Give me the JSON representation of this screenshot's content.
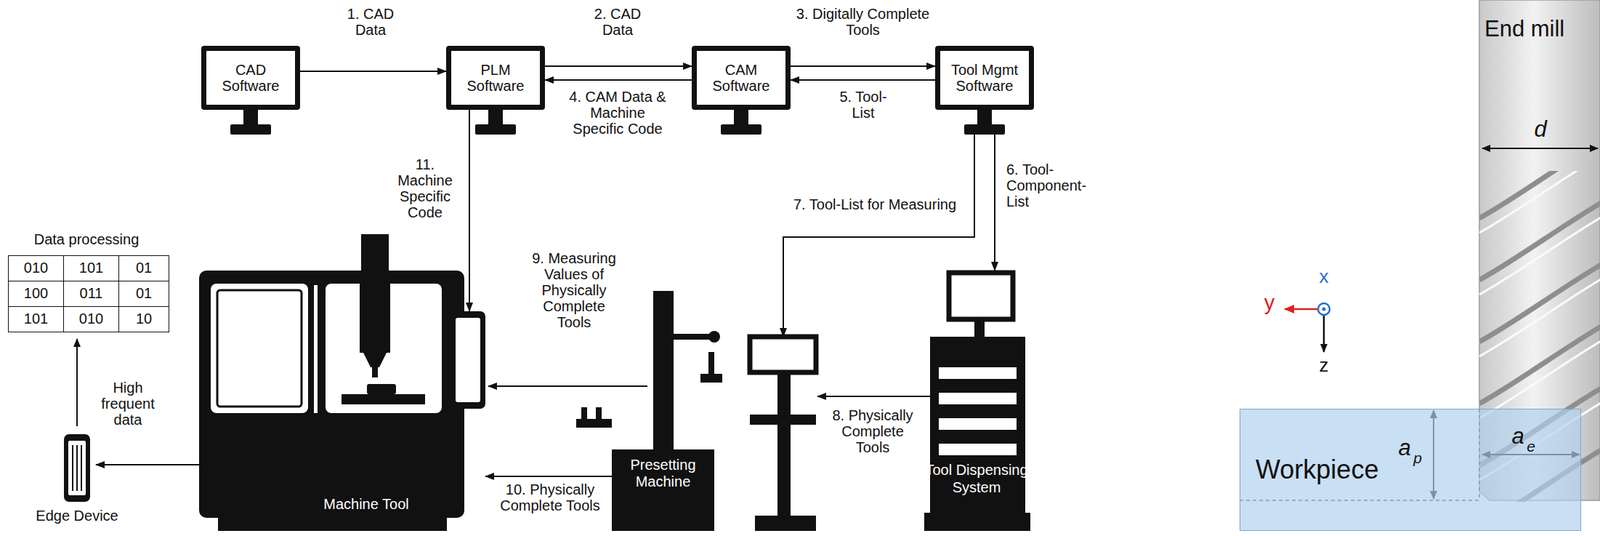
{
  "diagram": {
    "nodes": [
      {
        "text": [
          "CAD Software"
        ]
      },
      {
        "text": [
          "PLM Software"
        ]
      },
      {
        "text": [
          "CAM Software"
        ]
      },
      {
        "text": [
          "Tool Mgmt Software"
        ]
      },
      {
        "text": [
          "Machine Tool"
        ]
      },
      {
        "text": [
          "Presetting Machine"
        ]
      },
      {
        "text": [
          "Tool Dispensing System"
        ]
      },
      {
        "text": [
          "Edge Device"
        ]
      },
      {
        "text": [
          "Workpiece"
        ]
      }
    ],
    "edges": [
      {
        "from": 0,
        "to": 1,
        "label": "1. CAD Data",
        "arrow": "to"
      },
      {
        "from": 1,
        "to": 2,
        "label": "2. CAD Data",
        "arrow": "to"
      },
      {
        "from": 2,
        "to": 3,
        "label": "3. Digitally Complete Tools",
        "arrow": "to"
      },
      {
        "from": 2,
        "to": 1,
        "label": "4. CAM Data & Machine Specific Code",
        "arrow": "to"
      },
      {
        "from": 3,
        "to": 2,
        "label": "5. Tool-List",
        "arrow": "to"
      },
      {
        "from": 3,
        "to": 6,
        "label": "6. Tool-Component-List",
        "arrow": "to"
      },
      {
        "from": 3,
        "to": 5,
        "label": "7. Tool-List for Measuring",
        "arrow": "to"
      },
      {
        "from": 6,
        "to": 5,
        "label": "8. Physically Complete Tools",
        "arrow": "to"
      },
      {
        "from": 5,
        "to": 4,
        "label": "9. Measuring Values of Physically Complete Tools",
        "arrow": "to"
      },
      {
        "from": 5,
        "to": 4,
        "label": "10. Physically Complete Tools",
        "arrow": "to"
      },
      {
        "from": 1,
        "to": 4,
        "label": "11. Machine Specific Code",
        "arrow": "to"
      },
      {
        "from": 4,
        "to": 7,
        "arrow": "to"
      }
    ],
    "labels": [
      "Data processing",
      "010",
      "101",
      "01",
      "100",
      "011",
      "01",
      "101",
      "010",
      "10",
      "High frequent data",
      "End mill",
      "d",
      "y",
      "x",
      "z",
      "a",
      "p",
      "a",
      "e"
    ]
  }
}
